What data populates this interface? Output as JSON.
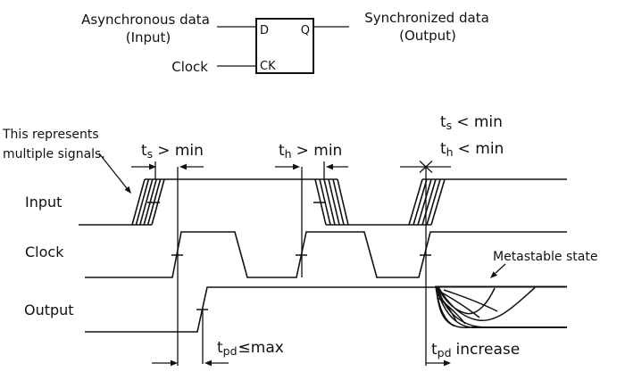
{
  "flipflop": {
    "input_label_line1": "Asynchronous data",
    "input_label_line2": "(Input)",
    "output_label_line1": "Synchronized data",
    "output_label_line2": "(Output)",
    "clock_label": "Clock",
    "pin_d": "D",
    "pin_q": "Q",
    "pin_ck": "CK"
  },
  "timing": {
    "note_line1": "This represents",
    "note_line2": "multiple signals.",
    "signals": {
      "input": "Input",
      "clock": "Clock",
      "output": "Output"
    },
    "annotations": {
      "setup_ok": {
        "pre": "t",
        "sub": "s",
        "post": "> min"
      },
      "hold_ok": {
        "pre": "t",
        "sub": "h",
        "post": "> min"
      },
      "setup_bad": {
        "pre": "t",
        "sub": "s",
        "post": "< min"
      },
      "hold_bad": {
        "pre": "t",
        "sub": "h",
        "post": "< min"
      },
      "tpd_max": {
        "pre": "t",
        "sub": "pd",
        "post": "≤max"
      },
      "tpd_inc": {
        "pre": "t",
        "sub": "pd",
        "post": "increase"
      },
      "metastable": "Metastable state"
    },
    "colors": {
      "line": "#111111",
      "background": "#ffffff"
    }
  }
}
